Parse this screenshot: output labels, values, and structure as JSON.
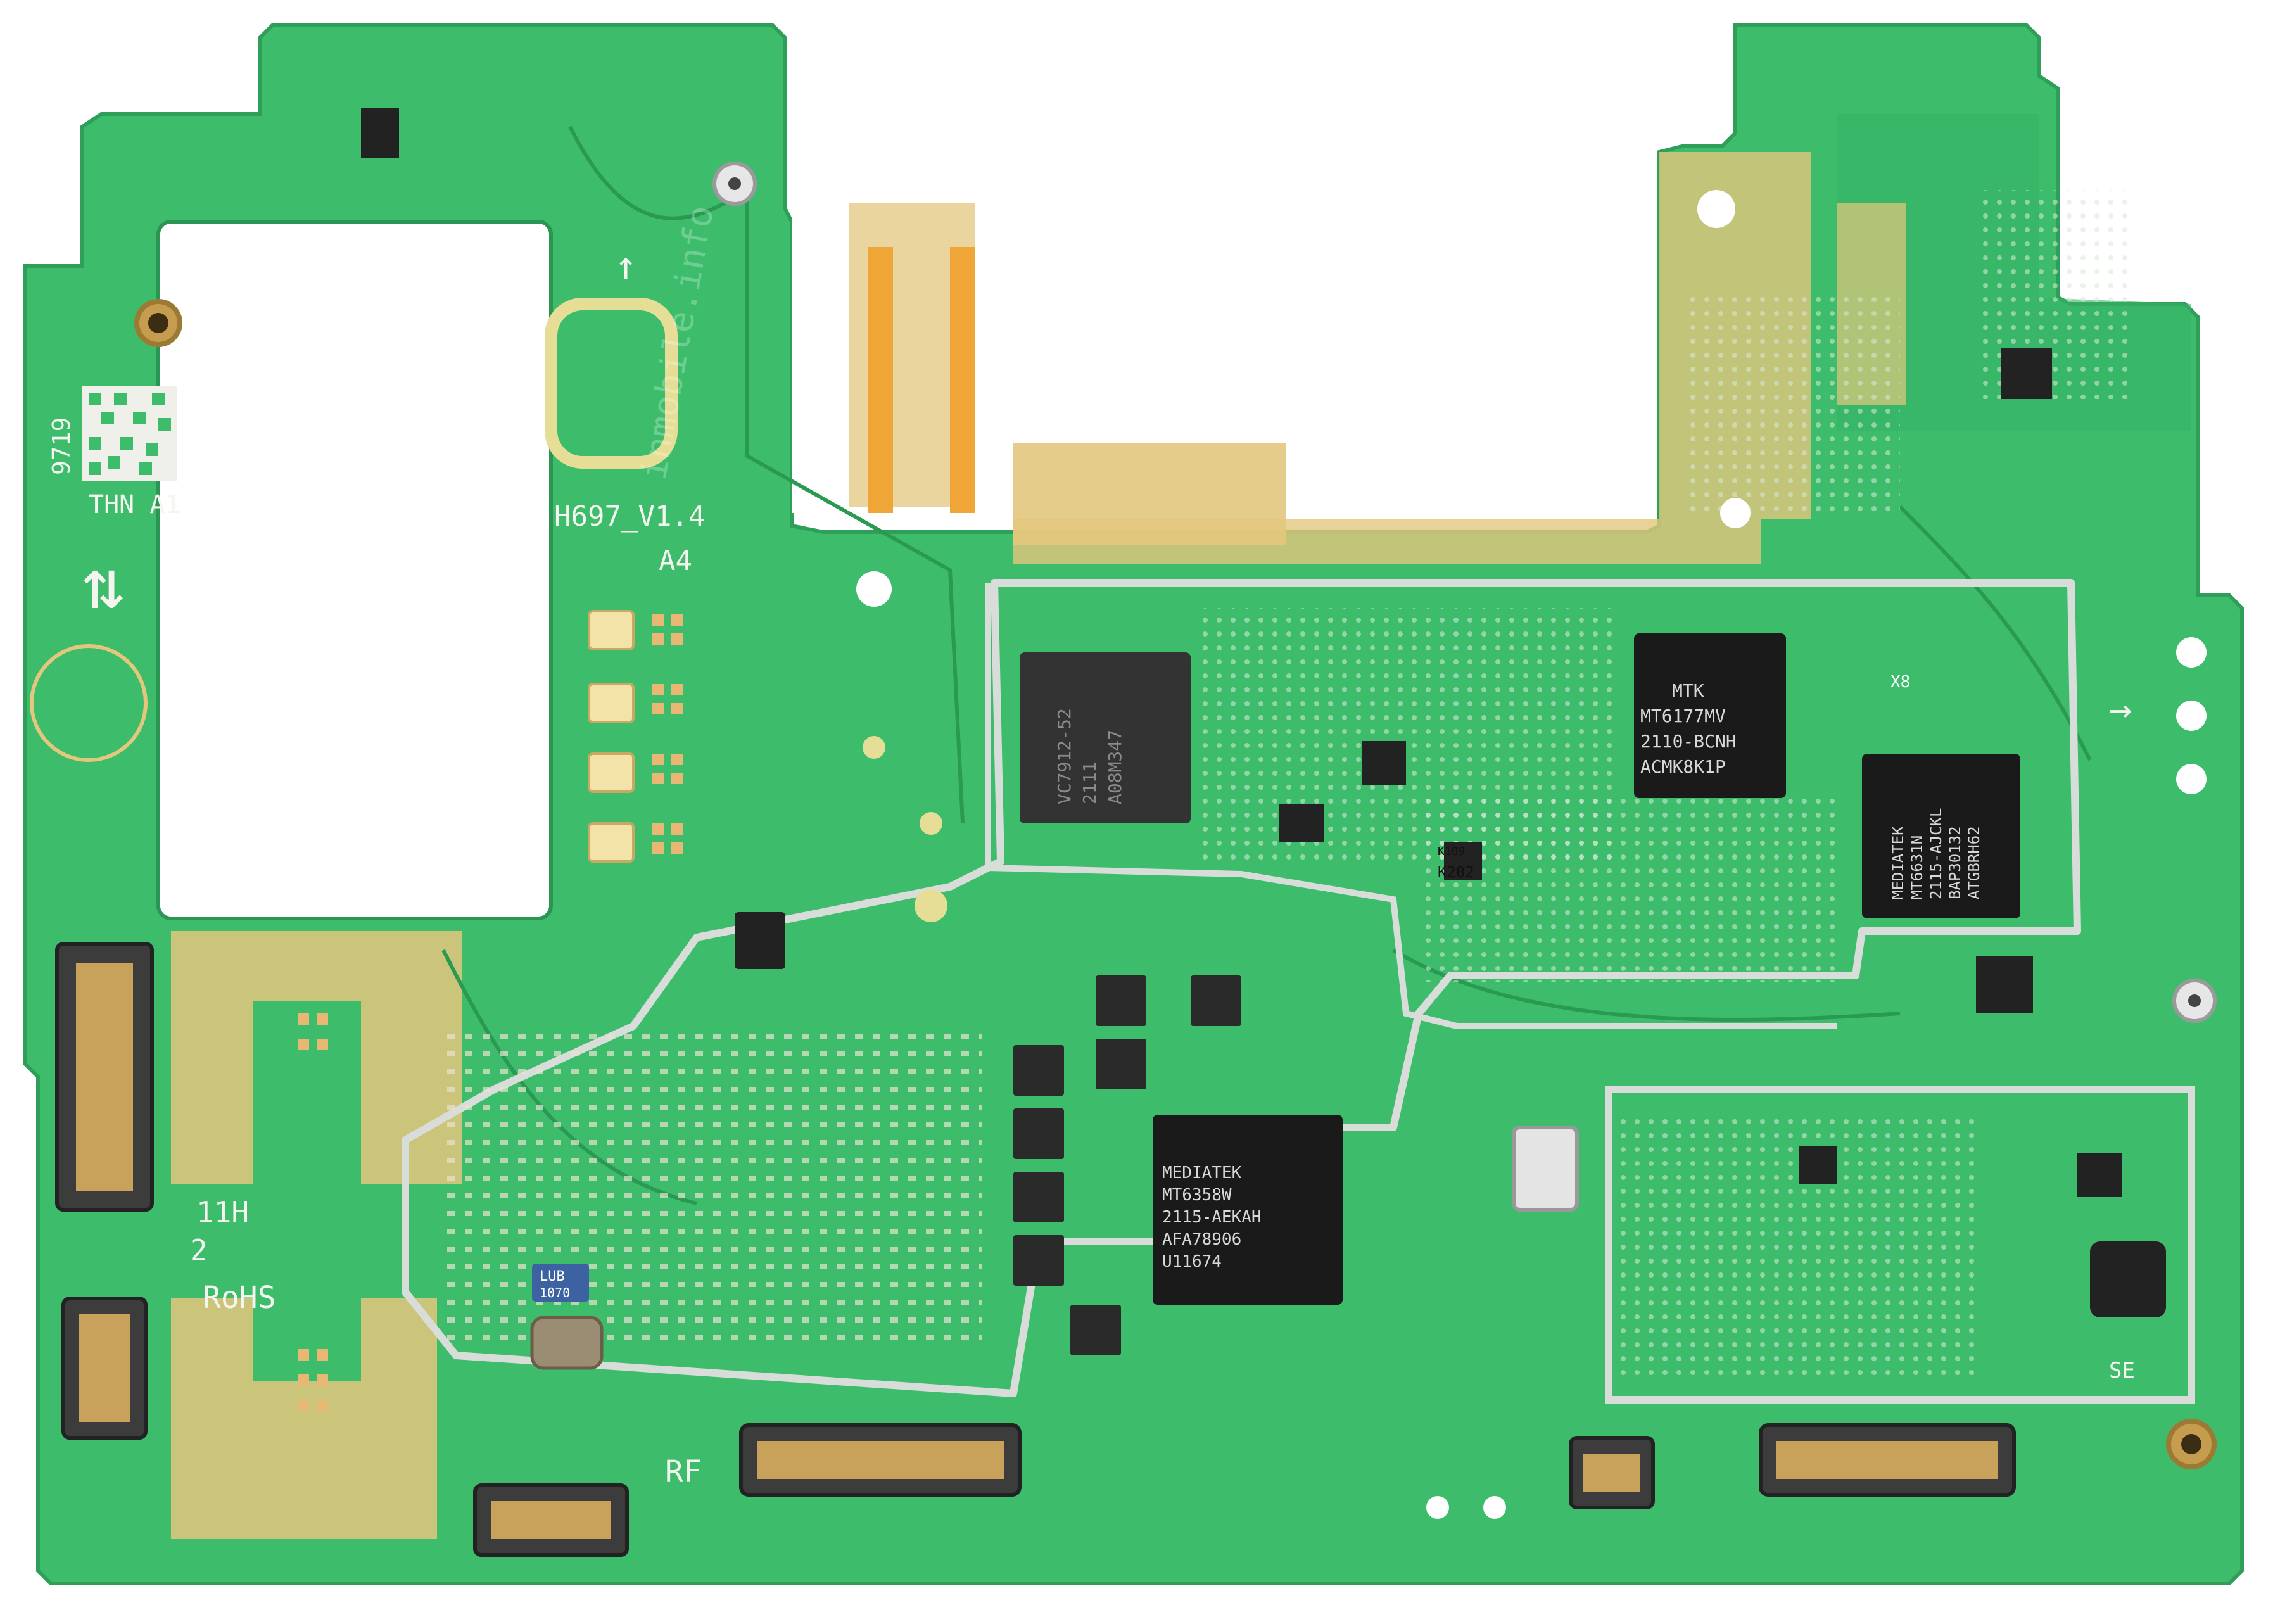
{
  "board": {
    "model_label": "H697_V1.4",
    "revision_label": "A4",
    "left_code": "THN A1",
    "vertical_code": "9719",
    "date_code_line1": "11H",
    "date_code_line2": "2",
    "rohs_label": "RoHS",
    "rf_label": "RF"
  },
  "chips": {
    "pmic_mt6358": {
      "line1": "MEDIATEK",
      "line2": "MT6358W",
      "line3": "2115-AEKAH",
      "line4": "AFA78906",
      "line5": "U11674"
    },
    "rf_mt6177": {
      "line1": "MTK",
      "line2": "MT6177MV",
      "line3": "2110-BCNH",
      "line4": "ACMK8K1P"
    },
    "wifi_mt6631": {
      "line1": "MEDIATEK",
      "line2": "MT6631N",
      "line3": "2115-AJCKL",
      "line4": "BAP30132",
      "line5": "ATGBRH62"
    },
    "pa_vc7912": {
      "line1": "VC7912-52",
      "line2": "2111",
      "line3": "A08M347"
    },
    "small_labels": {
      "k202": "K202",
      "k109": "K109",
      "lub": "LUB",
      "lub_code": "1070",
      "se": "SE",
      "x8": "X8"
    }
  },
  "watermark": {
    "text": "inmobile.info"
  },
  "colors": {
    "background": "#ffffff",
    "pcb_green": "#3dbd6c",
    "pcb_dark_green": "#2a9a52",
    "gold": "#e3c77d",
    "chip_black": "#1a1a1a",
    "silk_white": "#f5f5f0",
    "shield_silver": "#d8ddd9"
  }
}
